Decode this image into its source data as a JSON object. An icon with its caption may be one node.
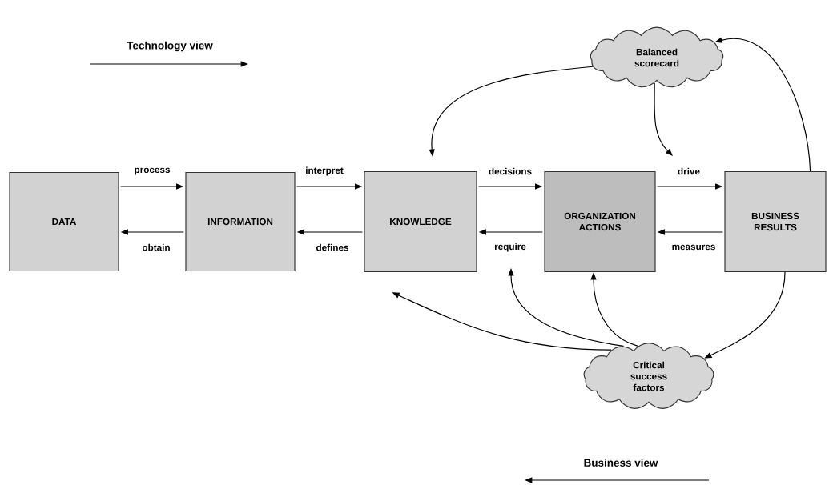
{
  "diagram": {
    "nodes": [
      {
        "text": [
          "DATA"
        ]
      },
      {
        "text": [
          "INFORMATION"
        ]
      },
      {
        "text": [
          "KNOWLEDGE"
        ]
      },
      {
        "text": [
          "ORGANIZATION ACTIONS"
        ]
      },
      {
        "text": [
          "BUSINESS RESULTS"
        ]
      },
      {
        "text": [
          "Balanced scorecard"
        ]
      },
      {
        "text": [
          "Critical success factors"
        ]
      }
    ],
    "edges": [
      {
        "from": 0,
        "to": 1,
        "arrow": "to",
        "label": "process"
      },
      {
        "from": 1,
        "to": 0,
        "arrow": "to",
        "label": "obtain"
      },
      {
        "from": 1,
        "to": 2,
        "arrow": "to",
        "label": "interpret"
      },
      {
        "from": 2,
        "to": 1,
        "arrow": "to",
        "label": "defines"
      },
      {
        "from": 2,
        "to": 3,
        "arrow": "to",
        "label": "decisions"
      },
      {
        "from": 3,
        "to": 2,
        "arrow": "to",
        "label": "require"
      },
      {
        "from": 3,
        "to": 4,
        "arrow": "to",
        "label": "drive"
      },
      {
        "from": 4,
        "to": 3,
        "arrow": "to",
        "label": "measures"
      },
      {
        "from": 5,
        "to": 2,
        "arrow": "to"
      },
      {
        "from": 5,
        "to": null,
        "arrow": "to"
      },
      {
        "from": 4,
        "to": 5,
        "arrow": "to"
      },
      {
        "from": 4,
        "to": 6,
        "arrow": "to"
      },
      {
        "from": 6,
        "to": 2,
        "arrow": "to"
      },
      {
        "from": 6,
        "to": null,
        "arrow": "to"
      },
      {
        "from": 6,
        "to": 3,
        "arrow": "to"
      }
    ],
    "labels": [
      "Technology view",
      "Business view"
    ]
  }
}
